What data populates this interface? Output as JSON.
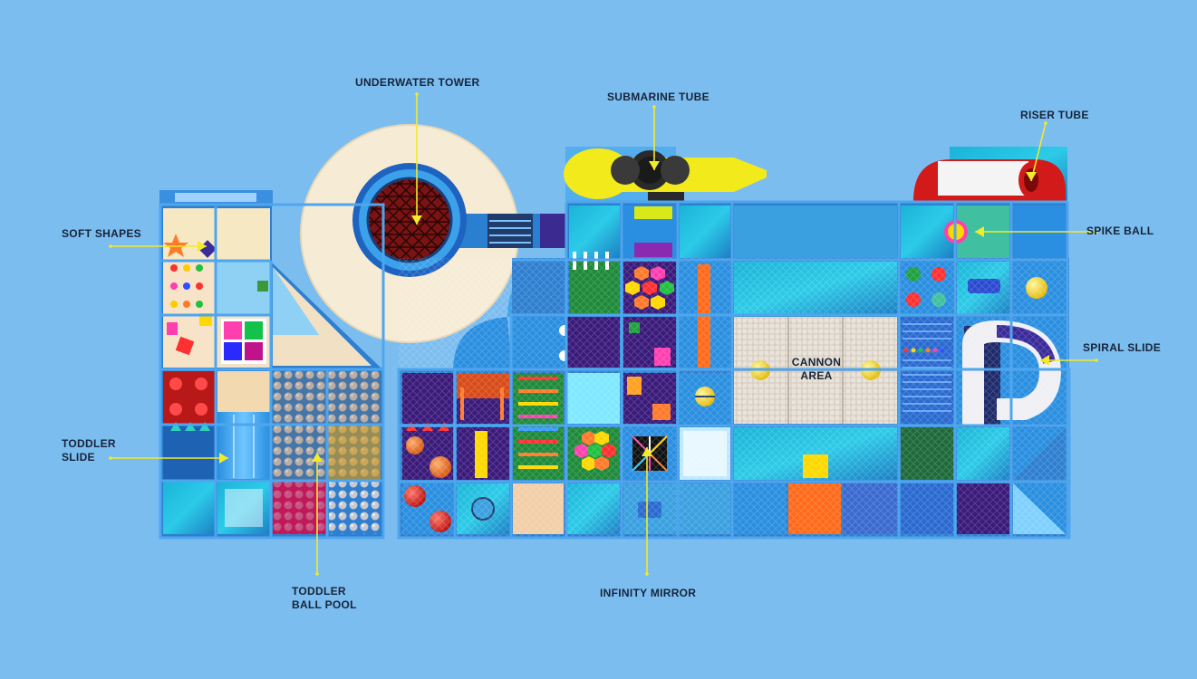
{
  "colors": {
    "background": "#7cbdf0",
    "frame": "#2f7fd0",
    "pointer": "#f2ea2a",
    "label_text": "#16243a"
  },
  "labels": {
    "underwater_tower": [
      "UNDERWATER TOWER"
    ],
    "submarine_tube": [
      "SUBMARINE TUBE"
    ],
    "riser_tube": [
      "RISER TUBE"
    ],
    "soft_shapes": [
      "SOFT SHAPES"
    ],
    "spike_ball": [
      "SPIKE BALL"
    ],
    "spiral_slide": [
      "SPIRAL SLIDE"
    ],
    "cannon_area": [
      "CANNON",
      "AREA"
    ],
    "toddler_slide": [
      "TODDLER",
      "SLIDE"
    ],
    "toddler_ball_pool": [
      "TODDLER",
      "BALL POOL"
    ],
    "infinity_mirror": [
      "INFINITY MIRROR"
    ]
  }
}
